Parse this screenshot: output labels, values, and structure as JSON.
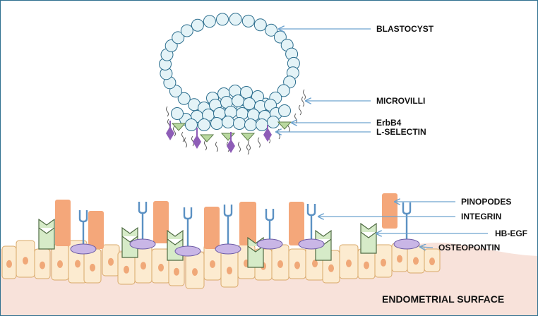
{
  "labels": {
    "blastocyst": "BLASTOCYST",
    "microvilli": "MICROVILLI",
    "erbb4": "ErbB4",
    "l_selectin": "L-SELECTIN",
    "pinopodes": "PINOPODES",
    "integrin": "INTEGRIN",
    "hb_egf": "HB-EGF",
    "osteopontin": "OSTEOPONTIN",
    "surface": "ENDOMETRIAL SURFACE"
  },
  "colors": {
    "cell_fill": "#e4f3f7",
    "cell_stroke": "#2c6e8e",
    "endometrium_bg": "#f8e2da",
    "epithelial_fill": "#fcebd0",
    "epithelial_stroke": "#d9a869",
    "nucleus": "#f0a878",
    "pinopode": "#f4a77a",
    "integrin": "#5b91c3",
    "hb_egf_fill": "#d6ebc8",
    "hb_egf_stroke": "#4f6b43",
    "osteopontin_fill": "#c9b6e6",
    "osteopontin_stroke": "#6c5ba5",
    "l_selectin": "#8e5db7",
    "erbb4": "#b9d89f",
    "arrow": "#6ea3cf"
  }
}
